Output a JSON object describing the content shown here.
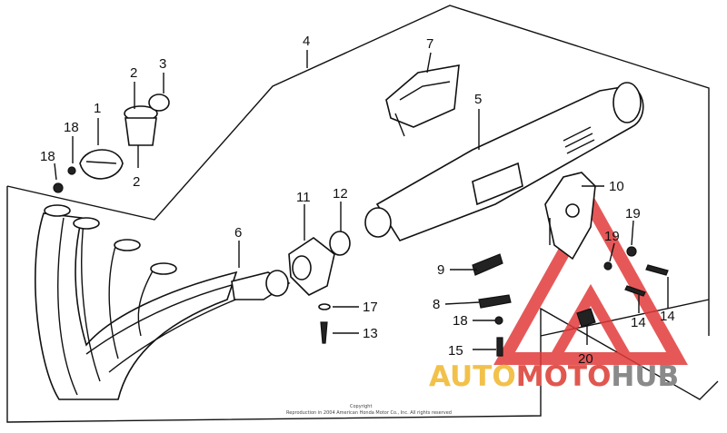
{
  "labels": [
    {
      "id": "1",
      "text": "1"
    },
    {
      "id": "2a",
      "text": "2"
    },
    {
      "id": "2b",
      "text": "2"
    },
    {
      "id": "3",
      "text": "3"
    },
    {
      "id": "4",
      "text": "4"
    },
    {
      "id": "5",
      "text": "5"
    },
    {
      "id": "6",
      "text": "6"
    },
    {
      "id": "7",
      "text": "7"
    },
    {
      "id": "8",
      "text": "8"
    },
    {
      "id": "9",
      "text": "9"
    },
    {
      "id": "10",
      "text": "10"
    },
    {
      "id": "11",
      "text": "11"
    },
    {
      "id": "12",
      "text": "12"
    },
    {
      "id": "13",
      "text": "13"
    },
    {
      "id": "14a",
      "text": "14"
    },
    {
      "id": "14b",
      "text": "14"
    },
    {
      "id": "15",
      "text": "15"
    },
    {
      "id": "17",
      "text": "17"
    },
    {
      "id": "18a",
      "text": "18"
    },
    {
      "id": "18b",
      "text": "18"
    },
    {
      "id": "18c",
      "text": "18"
    },
    {
      "id": "19a",
      "text": "19"
    },
    {
      "id": "19b",
      "text": "19"
    },
    {
      "id": "20",
      "text": "20"
    }
  ],
  "watermark": {
    "part1": "AUTO",
    "part2": "MOTO",
    "part3": "HUB",
    "colors": {
      "auto": "#f2c14a",
      "moto": "#e0574f",
      "hub": "#8a8a8a",
      "triangle": "#e23b3b"
    }
  },
  "copyright": {
    "line1": "Copyright",
    "line2": "Reproduction in 2004 American Honda Motor Co., Inc. All rights reserved"
  }
}
